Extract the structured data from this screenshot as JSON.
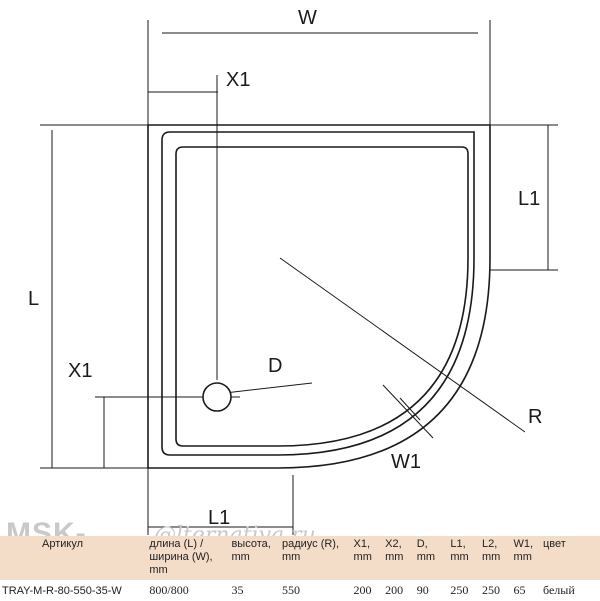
{
  "labels": {
    "w": "W",
    "x1_top": "X1",
    "l1_right": "L1",
    "l": "L",
    "x1_left": "X1",
    "d": "D",
    "r": "R",
    "w1": "W1",
    "l1_bottom": "L1"
  },
  "watermark": {
    "brand": "MSK-",
    "script": "@lternativa.ru"
  },
  "table": {
    "headers": [
      "Артикул",
      "длина (L) / ширина (W), mm",
      "высота, mm",
      "радиус (R), mm",
      "X1, mm",
      "X2, mm",
      "D, mm",
      "L1, mm",
      "L2, mm",
      "W1, mm",
      "цвет"
    ],
    "row": [
      "TRAY-M-R-80-550-35-W",
      "800/800",
      "35",
      "550",
      "200",
      "200",
      "90",
      "250",
      "250",
      "65",
      "белый"
    ]
  }
}
